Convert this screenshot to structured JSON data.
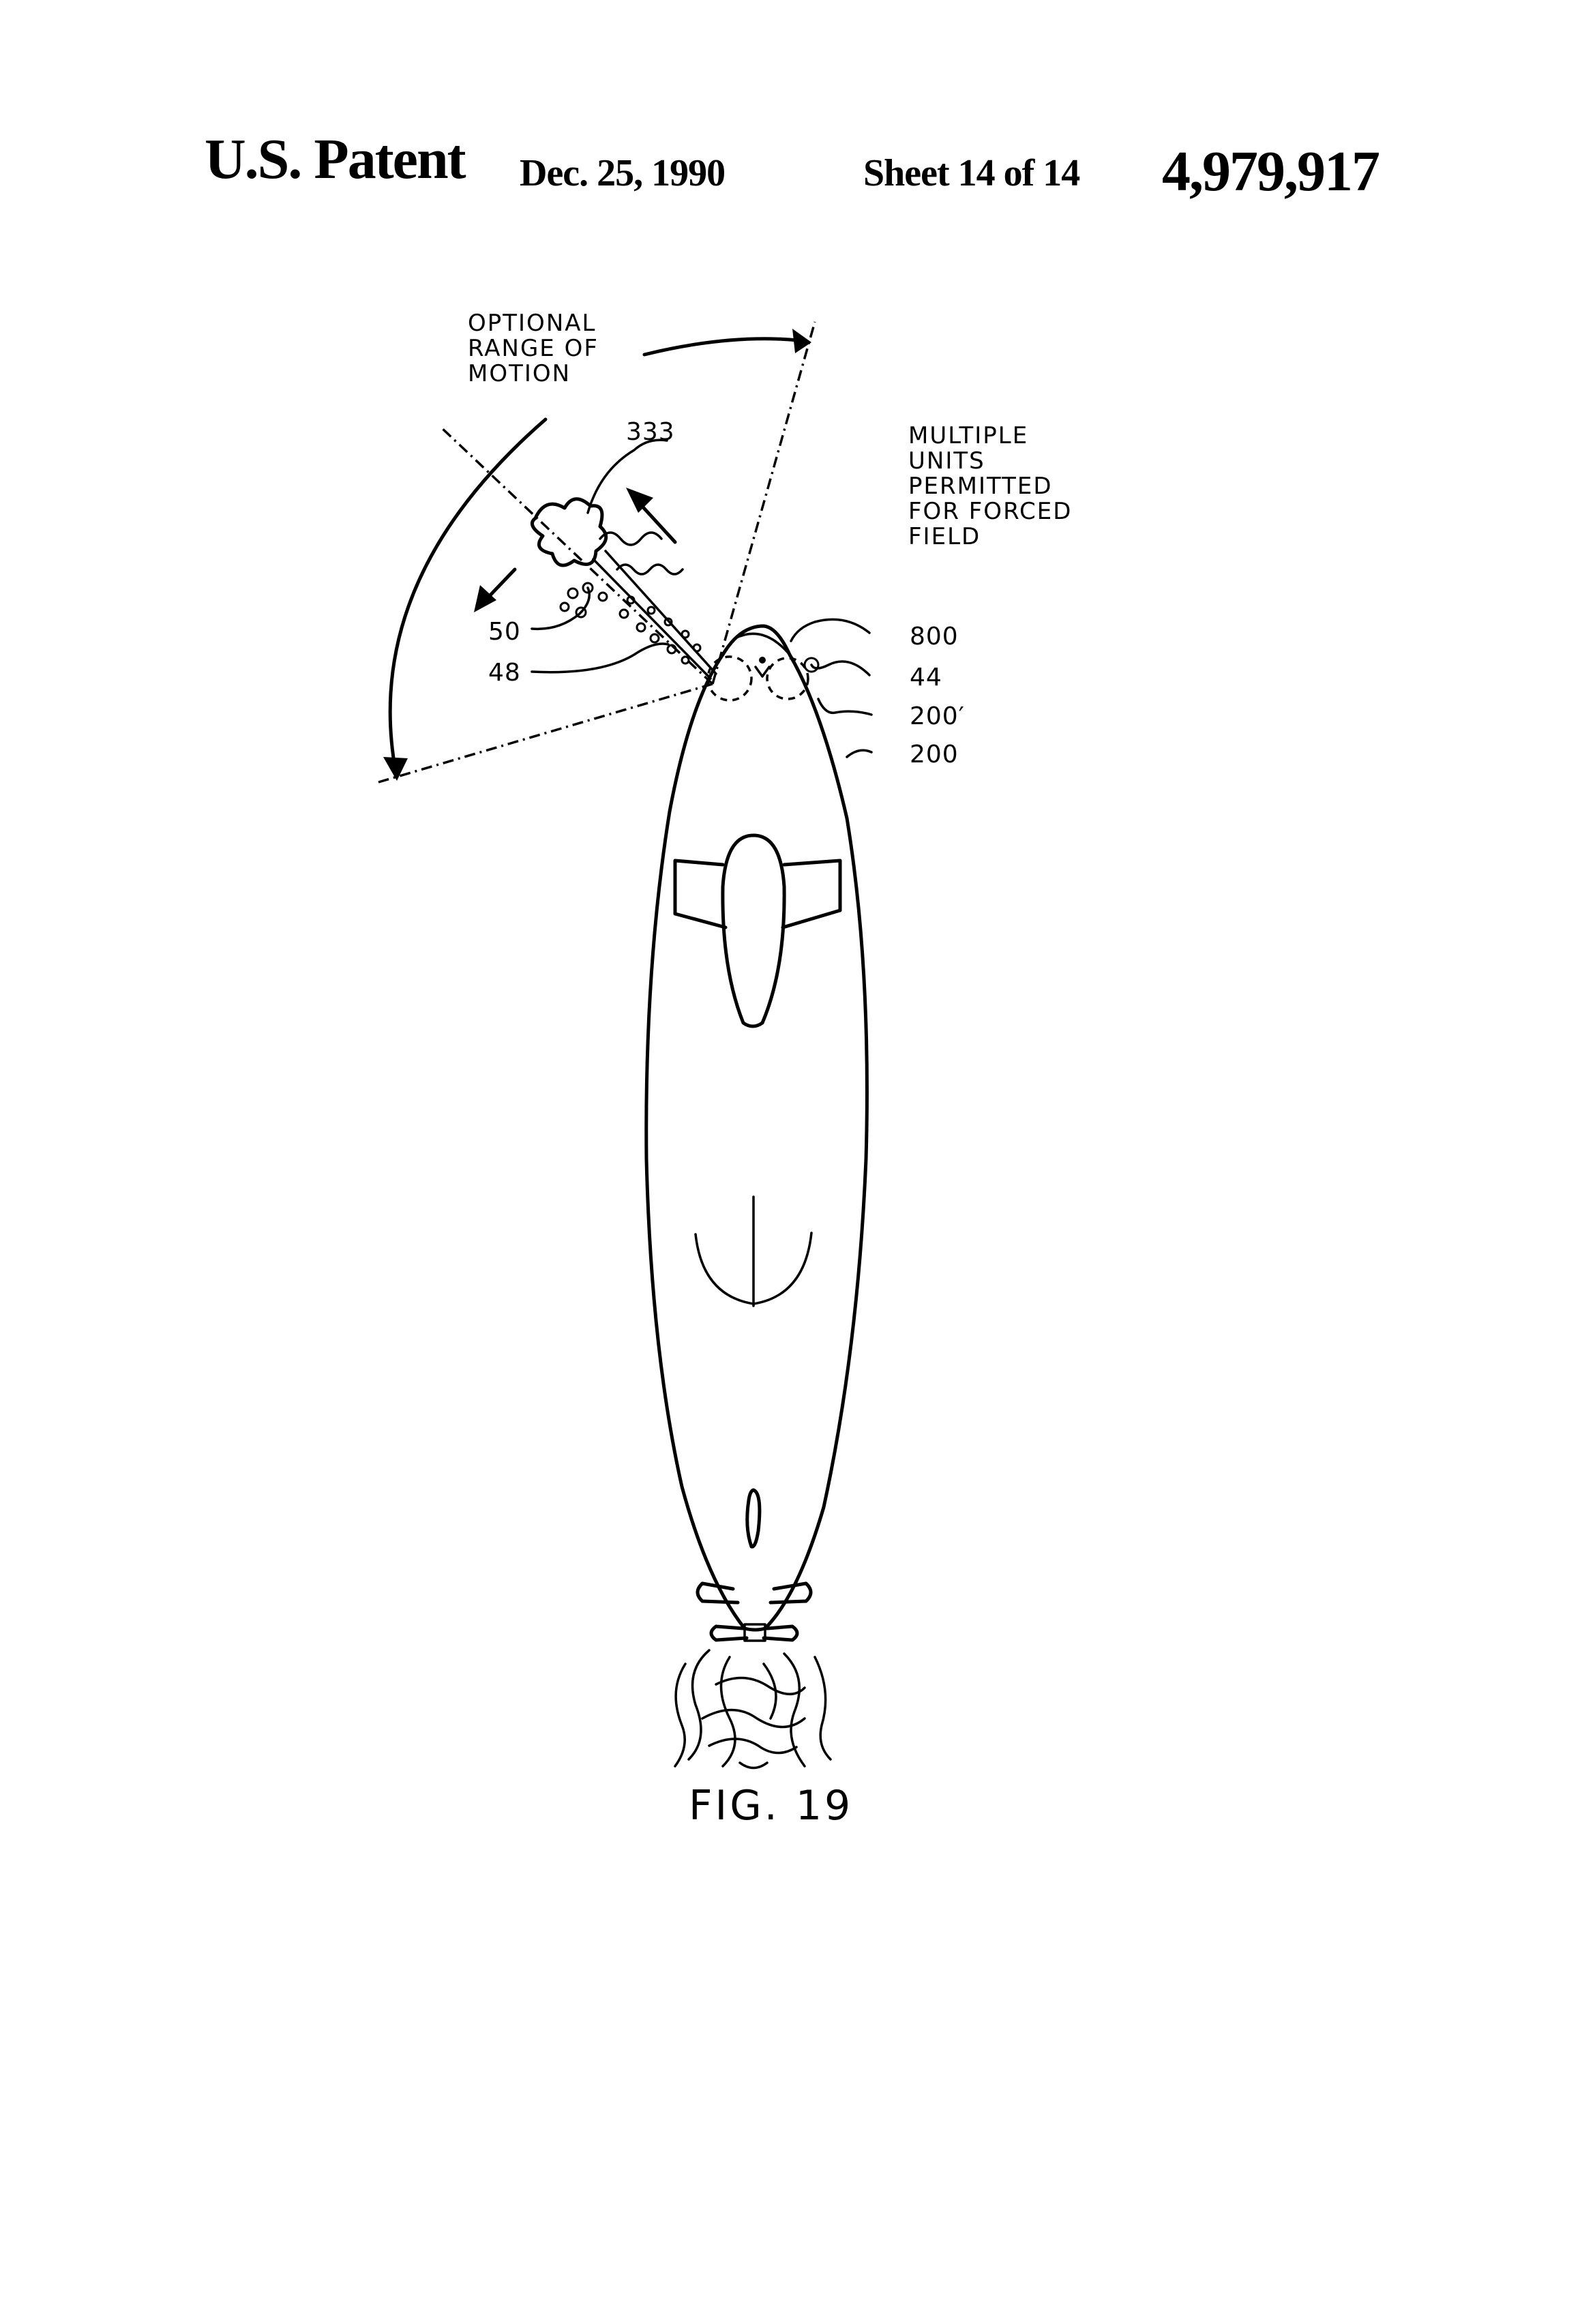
{
  "header": {
    "patent_label": "U.S. Patent",
    "date": "Dec. 25, 1990",
    "sheet": "Sheet 14 of 14",
    "patent_number": "4,979,917"
  },
  "figure": {
    "caption": "FIG. 19",
    "range_label": [
      "OPTIONAL",
      "RANGE OF",
      "MOTION"
    ],
    "note_label": [
      "MULTIPLE",
      "UNITS",
      "PERMITTED",
      "FOR FORCED",
      "FIELD"
    ],
    "references": {
      "r333": "333",
      "r50": "50",
      "r48": "48",
      "r800": "800",
      "r44": "44",
      "r200p": "200′",
      "r200": "200"
    }
  }
}
